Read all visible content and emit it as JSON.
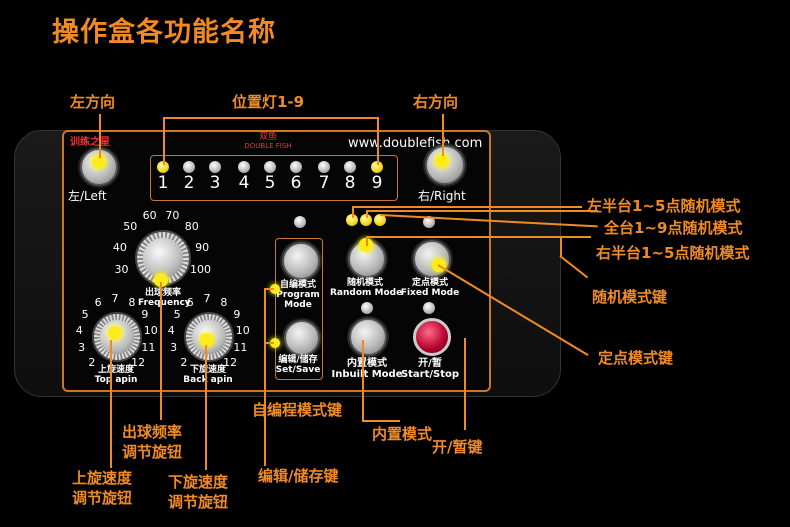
{
  "title": "操作盒各功能名称",
  "callouts": {
    "left_dir": "左方向",
    "positions": "位置灯1-9",
    "right_dir": "右方向",
    "left_half": "左半台1~5点随机模式",
    "full_table": "全台1~9点随机模式",
    "right_half": "右半台1~5点随机模式",
    "random_key": "随机模式键",
    "fixed_key": "定点模式键",
    "program_key": "自编程模式键",
    "inbuilt": "内置模式",
    "startstop_key": "开/暂键",
    "edit_save_key": "编辑/储存键",
    "frequency_knob": "出球频率\n调节旋钮",
    "topspin_knob": "上旋速度\n调节旋钮",
    "backspin_knob": "下旋速度\n调节旋钮"
  },
  "panel": {
    "brand_left": "训练之星",
    "logo_cn": "双鱼",
    "logo_en": "DOUBLE FISH",
    "url": "www.doublefish.com",
    "left_label": "左/Left",
    "right_label": "右/Right",
    "positions": [
      "1",
      "2",
      "3",
      "4",
      "5",
      "6",
      "7",
      "8",
      "9"
    ],
    "freq_label_cn": "出球频率",
    "freq_label_en": "Frequency",
    "freq_ticks": [
      "30",
      "40",
      "50",
      "60",
      "70",
      "80",
      "90",
      "100"
    ],
    "spin_ticks": [
      "2",
      "3",
      "4",
      "5",
      "6",
      "7",
      "8",
      "9",
      "10",
      "11",
      "12"
    ],
    "topspin_cn": "上旋速度",
    "topspin_en": "Top apin",
    "backspin_cn": "下旋速度",
    "backspin_en": "Back apin",
    "program_cn": "自编模式",
    "program_en": "Program\nMode",
    "editsave_cn": "编辑/储存",
    "editsave_en": "Set/Save",
    "random_cn": "随机模式",
    "random_en": "Random Mode",
    "fixed_cn": "定点模式",
    "fixed_en": "Fixed Mode",
    "inbuilt_cn": "内置模式",
    "inbuilt_en": "Inbuilt  Mode",
    "startstop_cn": "开/暂",
    "startstop_en": "Start/Stop"
  },
  "colors": {
    "accent": "#f08a24",
    "indicator": "#ffeb1a",
    "start_button": "#c8003a"
  }
}
